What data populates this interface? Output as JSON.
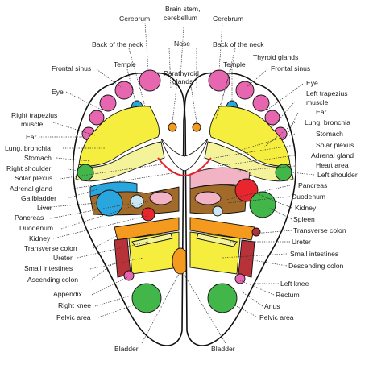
{
  "colors": {
    "pink": "#e766b0",
    "yellow": "#f6ee3e",
    "pale_yellow": "#f5f39a",
    "green": "#43b649",
    "blue": "#2aa6df",
    "red": "#e8262e",
    "brown": "#a26b2a",
    "orange": "#f39a1f",
    "light_pink": "#f2b3c4",
    "light_blue": "#cbe7f4",
    "dark_red": "#b8323a"
  },
  "labels": {
    "cerebrum_left": "Cerebrum",
    "brain_stem": "Brain stem,",
    "cerebellum": "cerebellum",
    "cerebrum_right": "Cerebrum",
    "back_of_neck_left": "Back of the neck",
    "nose": "Nose",
    "back_of_neck_right": "Back of the neck",
    "thyroid": "Thyroid glands",
    "frontal_sinus_left": "Frontal sinus",
    "temple_left": "Temple",
    "parathyroid_1": "Parathyroid",
    "parathyroid_2": "glands",
    "temple_right": "Temple",
    "frontal_sinus_right": "Frontal sinus",
    "eye_left": "Eye",
    "eye_right": "Eye",
    "right_trapezius_1": "Right trapezius",
    "right_trapezius_2": "muscle",
    "left_trapezius_1": "Left trapezius",
    "left_trapezius_2": "muscle",
    "ear_left": "Ear",
    "ear_right": "Ear",
    "lung_left": "Lung, bronchia",
    "lung_right": "Lung, bronchia",
    "stomach_left": "Stomach",
    "stomach_right": "Stomach",
    "right_shoulder": "Right shoulder",
    "solar_left": "Solar plexus",
    "solar_right": "Solar plexus",
    "adrenal_left": "Adrenal gland",
    "adrenal_right": "Adrenal gland",
    "heart": "Heart area",
    "gallbladder": "Gallbladder",
    "left_shoulder": "Left shoulder",
    "pancreas_right": "Pancreas",
    "liver": "Liver",
    "duodenum_right": "Duodenum",
    "pancreas_left": "Pancreas",
    "kidney_right": "Kidney",
    "duodenum_left": "Duodenum",
    "spleen": "Spleen",
    "kidney_left": "Kidney",
    "transverse_left": "Transverse colon",
    "transverse_right": "Transverse colon",
    "ureter_left": "Ureter",
    "ureter_right": "Ureter",
    "small_int_left": "Small intestines",
    "small_int_right": "Small intestines",
    "ascending": "Ascending colon",
    "descending": "Descending colon",
    "appendix": "Appendix",
    "left_knee": "Left knee",
    "right_knee": "Right knee",
    "rectum": "Rectum",
    "anus": "Anus",
    "pelvic_left": "Pelvic area",
    "pelvic_right": "Pelvic area",
    "bladder_left": "Bladder",
    "bladder_right": "Bladder"
  }
}
